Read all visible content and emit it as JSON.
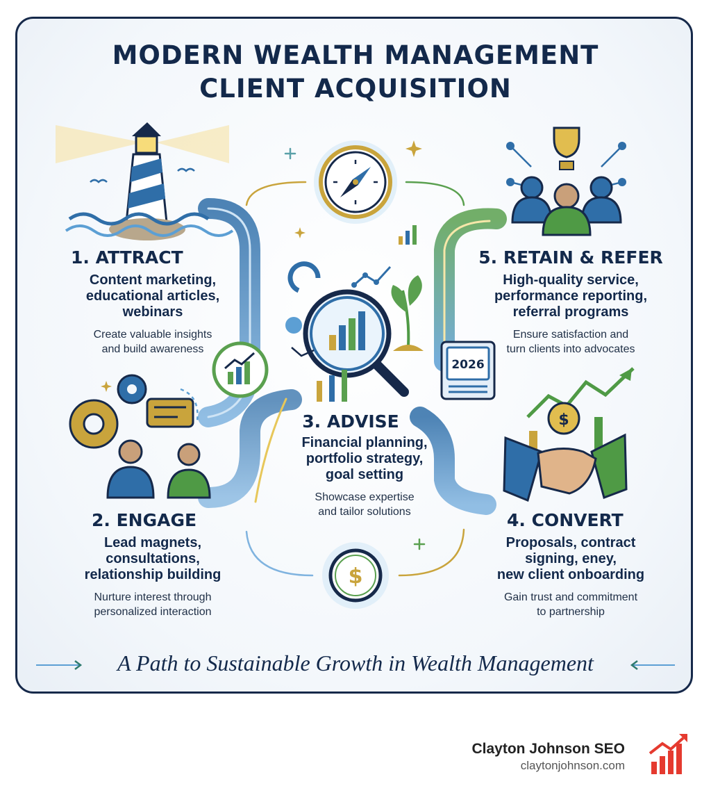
{
  "title": {
    "line1": "MODERN WEALTH MANAGEMENT",
    "line2": "CLIENT ACQUISITION"
  },
  "steps": [
    {
      "title": "1. ATTRACT",
      "description_lines": [
        "Content marketing,",
        "educational articles,",
        "webinars"
      ],
      "note_lines": [
        "Create valuable insights",
        "and build awareness"
      ],
      "icon": "lighthouse-icon"
    },
    {
      "title": "2. ENGAGE",
      "description_lines": [
        "Lead magnets,",
        "consultations,",
        "relationship building"
      ],
      "note_lines": [
        "Nurture interest through",
        "personalized interaction"
      ],
      "icon": "gears-chat-icon"
    },
    {
      "title": "3. ADVISE",
      "description_lines": [
        "Financial planning,",
        "portfolio strategy,",
        "goal setting"
      ],
      "note_lines": [
        "Showcase expertise",
        "and tailor solutions"
      ],
      "icon": "magnifier-chart-icon"
    },
    {
      "title": "4. CONVERT",
      "description_lines": [
        "Proposals, contract",
        "signing, eney,",
        "new client onboarding"
      ],
      "note_lines": [
        "Gain trust and commitment",
        "to partnership"
      ],
      "icon": "handshake-icon"
    },
    {
      "title": "5. RETAIN & REFER",
      "description_lines": [
        "High-quality service,",
        "performance reporting,",
        "referral programs"
      ],
      "note_lines": [
        "Ensure satisfaction and",
        "turn clients into advocates"
      ],
      "icon": "trophy-network-icon"
    }
  ],
  "calendar_label": "2026",
  "footer_tagline": "A Path to Sustainable Growth in Wealth Management",
  "brand": {
    "name": "Clayton Johnson SEO",
    "url": "claytonjohnson.com"
  },
  "colors": {
    "navy": "#13294b",
    "blue": "#2f6ea8",
    "green": "#4f9a45",
    "gold": "#c9a43c",
    "brand_red": "#e53a2f"
  }
}
